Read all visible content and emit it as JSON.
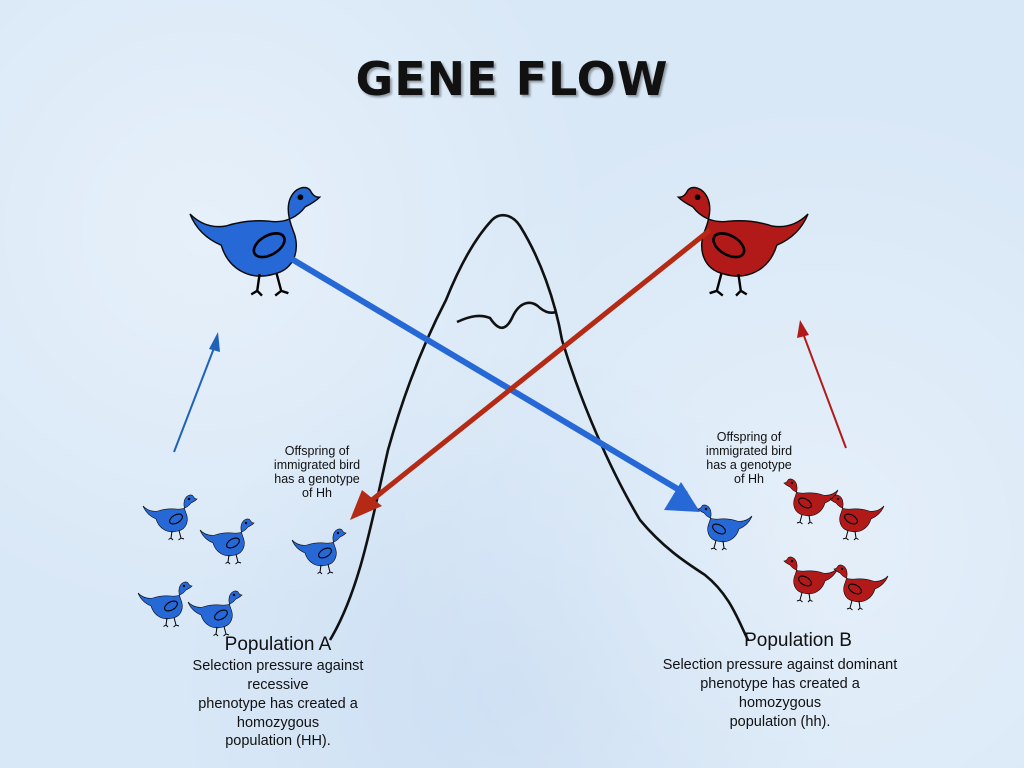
{
  "title": "GENE FLOW",
  "colors": {
    "blue": "#2668d6",
    "red": "#b21a1a",
    "blue_arrow": "#1f63b8",
    "red_arrow": "#b52a14"
  },
  "left": {
    "offspring_note": [
      "Offspring of",
      "immigrated bird",
      "has a genotype",
      "of Hh"
    ],
    "population": "Population A",
    "description": [
      "Selection pressure against recessive",
      "phenotype has created a homozygous",
      "population (HH)."
    ]
  },
  "right": {
    "offspring_note": [
      "Offspring of",
      "immigrated bird",
      "has a genotype",
      "of Hh"
    ],
    "population": "Population B",
    "description": [
      "Selection pressure against dominant",
      "phenotype has created a homozygous",
      "population (hh)."
    ]
  }
}
